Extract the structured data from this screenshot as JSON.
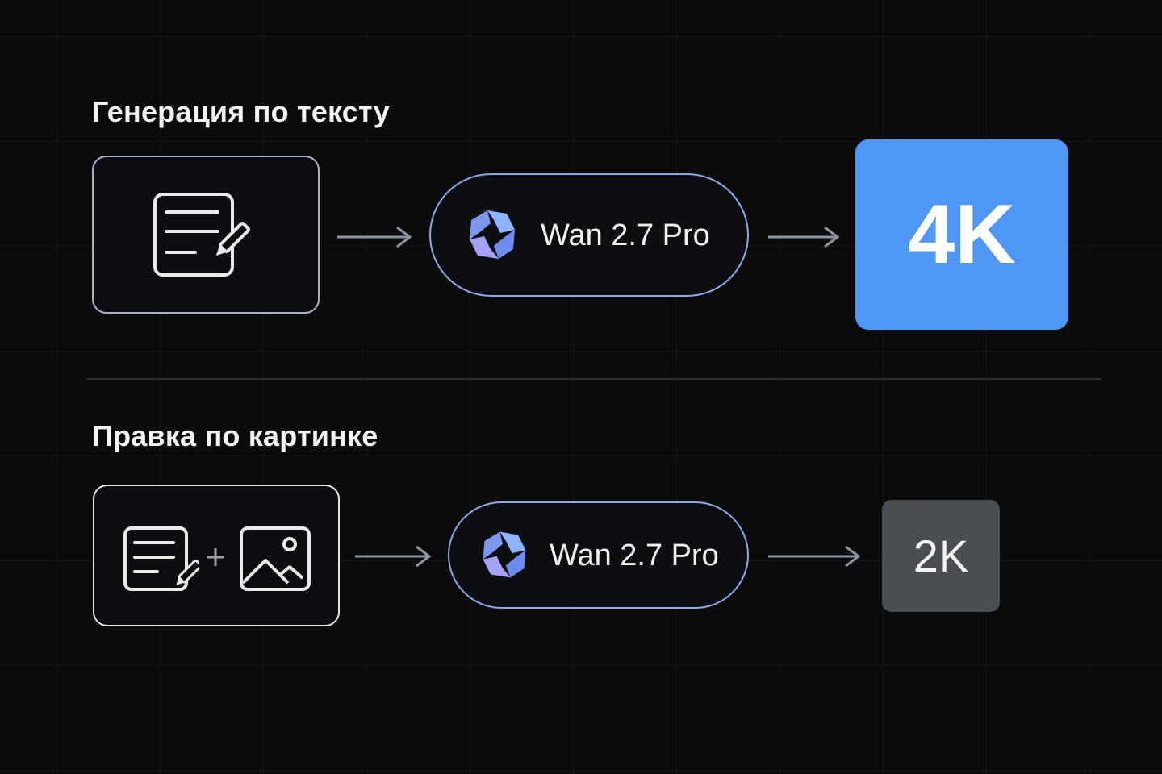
{
  "sections": [
    {
      "title": "Генерация по тексту",
      "input_icons": [
        "document-edit-icon"
      ],
      "model": {
        "name": "Wan 2.7 Pro",
        "icon": "wan-logo-icon"
      },
      "output": {
        "label": "4K",
        "color": "#4f97f5"
      }
    },
    {
      "title": "Правка по картинке",
      "input_icons": [
        "document-edit-icon",
        "plus-icon",
        "image-icon"
      ],
      "model": {
        "name": "Wan 2.7 Pro",
        "icon": "wan-logo-icon"
      },
      "output": {
        "label": "2K",
        "color": "#4a4e53"
      }
    }
  ]
}
